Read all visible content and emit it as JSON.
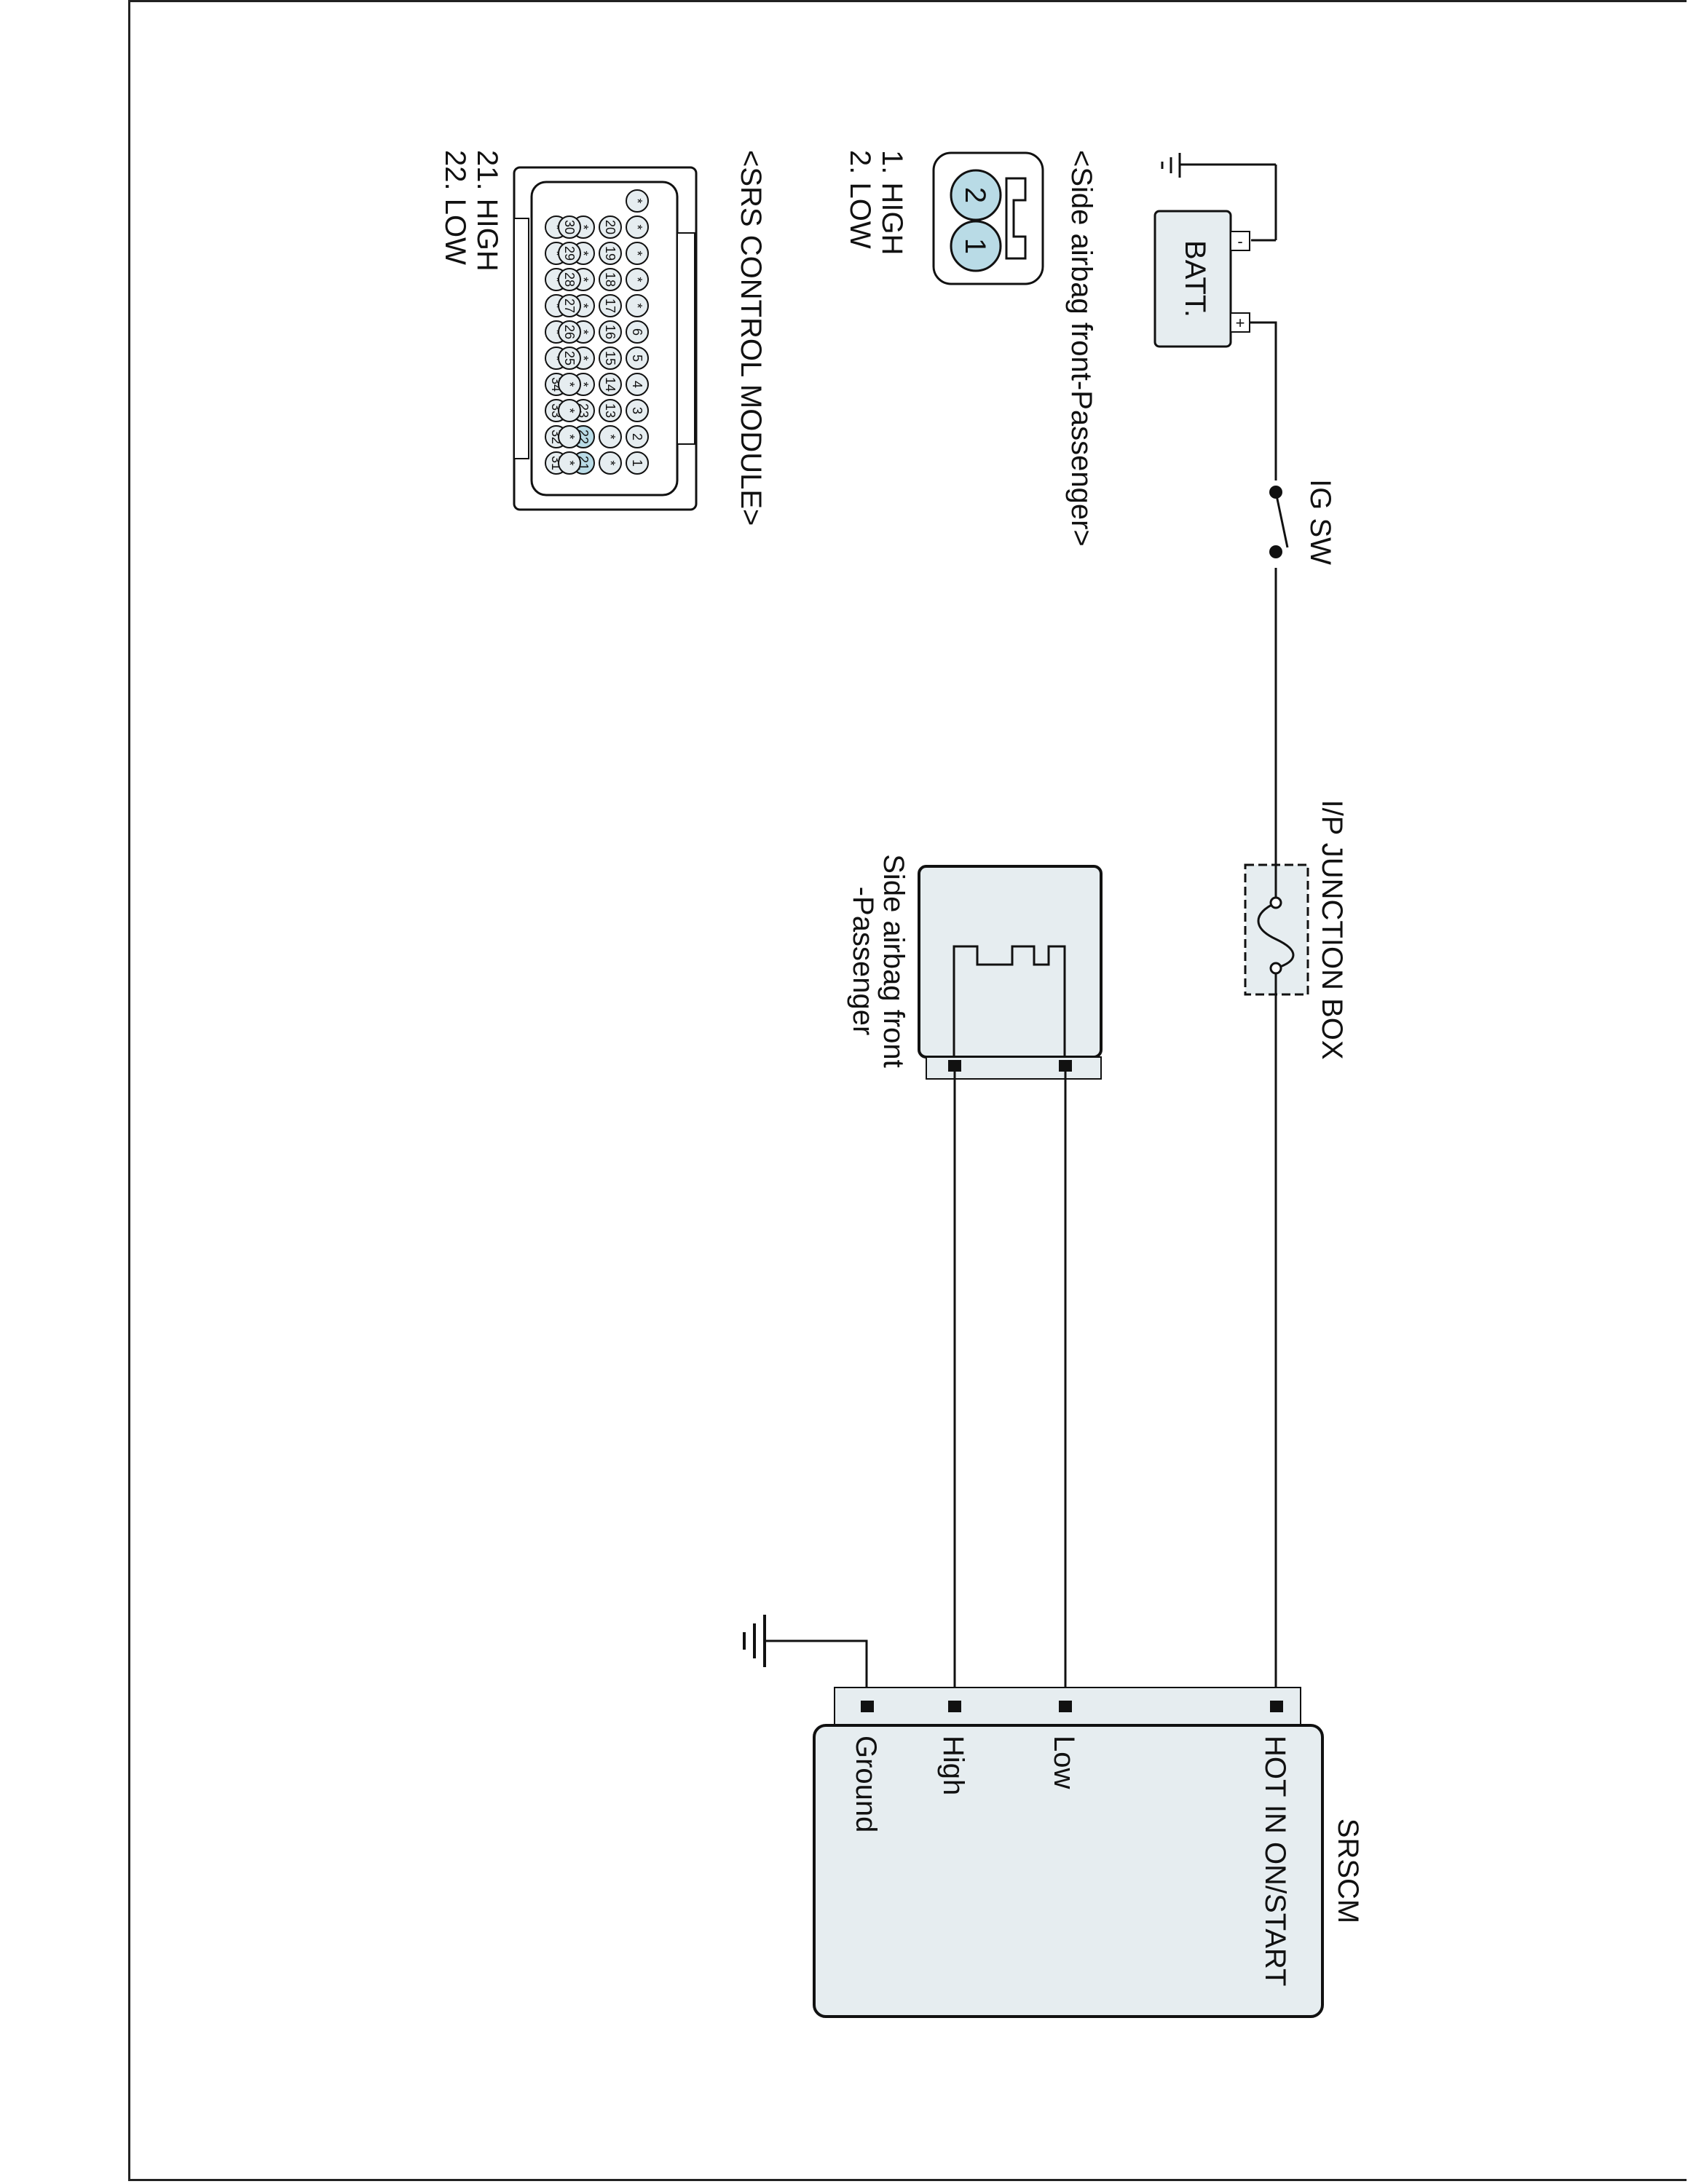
{
  "diagram": {
    "battery": {
      "label": "BATT.",
      "neg": "-",
      "pos": "+"
    },
    "ig_switch": {
      "label": "IG SW"
    },
    "junction_box": {
      "label": "I/P JUNCTION BOX"
    },
    "side_airbag": {
      "label_line1": "Side airbag front",
      "label_line2": "-Passenger"
    },
    "srscm": {
      "title": "SRSCM",
      "pins": {
        "hot": "HOT IN ON/START",
        "low": "Low",
        "high": "High",
        "ground": "Ground"
      }
    },
    "airbag_connector": {
      "title": "<Side airbag front-Passenger>",
      "pin_1_num": "1",
      "pin_2_num": "2",
      "pin_1": "1. HIGH",
      "pin_2": "2. LOW"
    },
    "srs_module_connector": {
      "title": "<SRS CONTROL MODULE>",
      "pin_21": "21. HIGH",
      "pin_22": "22. LOW",
      "row1": [
        "1",
        "2",
        "3",
        "4",
        "5",
        "6",
        "*",
        "*",
        "*",
        "*",
        "*"
      ],
      "row2": [
        "*",
        "*",
        "13",
        "14",
        "15",
        "16",
        "17",
        "18",
        "19",
        "20",
        ""
      ],
      "row3": [
        "21",
        "22",
        "23",
        "*",
        "*",
        "*",
        "*",
        "*",
        "*",
        "*",
        ""
      ],
      "row4": [
        "31",
        "32",
        "33",
        "34",
        "*",
        "*",
        "*",
        "*",
        "*",
        "*",
        ""
      ],
      "row5": [
        "*",
        "*",
        "*",
        "*",
        "25",
        "26",
        "27",
        "28",
        "29",
        "30",
        ""
      ]
    }
  },
  "colors": {
    "fill_light": "#e6edf0",
    "pin_highlight": "#b9dbe6",
    "line": "#111111"
  }
}
